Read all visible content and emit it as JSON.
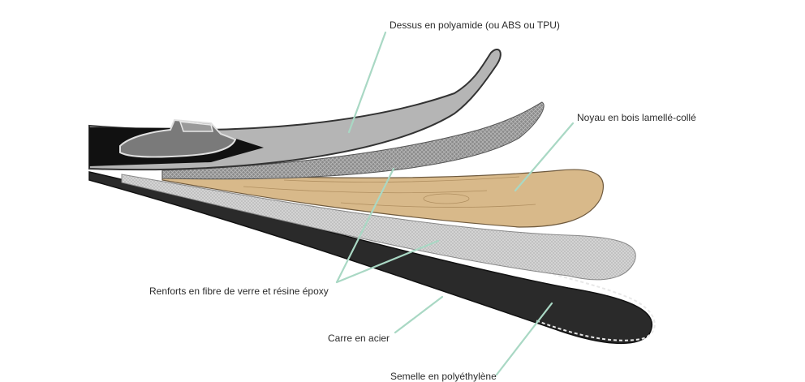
{
  "diagram": {
    "labels": {
      "top": "Dessus en polyamide (ou ABS ou TPU)",
      "core": "Noyau en bois lamellé-collé",
      "fiberglass": "Renforts en fibre de verre et résine époxy",
      "edge": "Carre en acier",
      "base": "Semelle en polyéthylène"
    },
    "colors": {
      "leader_line": "#a9d8c4",
      "top_sheet": "#b3b3b3",
      "wood": "#d8b98a",
      "fiber": "#8f8f8f",
      "base": "#2e2e2e"
    }
  }
}
